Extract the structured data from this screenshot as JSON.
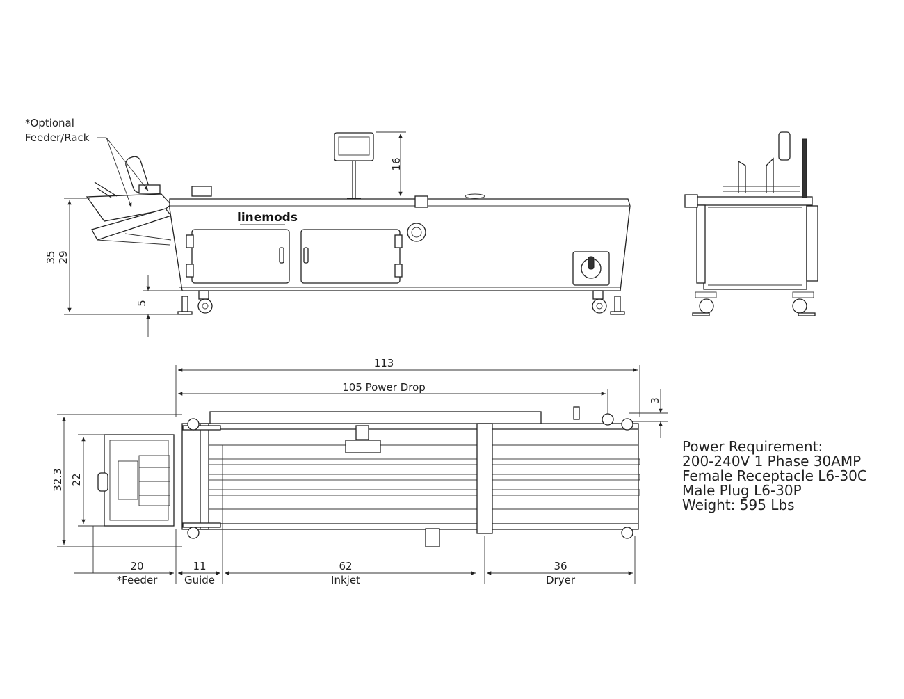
{
  "callout": {
    "line1": "*Optional",
    "line2": "Feeder/Rack"
  },
  "side_view": {
    "brand": "linemods",
    "dims": {
      "height_total": "35",
      "height_body": "29",
      "clearance": "5",
      "monitor": "16"
    }
  },
  "top_view": {
    "dims": {
      "overall_length": "113",
      "power_drop": "105 Power Drop",
      "offset": "3",
      "width_total": "32.3",
      "width_feeder": "22"
    },
    "sections": [
      {
        "value": "20",
        "label": "*Feeder"
      },
      {
        "value": "11",
        "label": "Guide"
      },
      {
        "value": "62",
        "label": "Inkjet"
      },
      {
        "value": "36",
        "label": "Dryer"
      }
    ]
  },
  "specs": [
    "Power Requirement:",
    "200-240V 1 Phase 30AMP",
    "Female Receptacle L6-30C",
    "Male Plug L6-30P",
    "Weight: 595 Lbs"
  ]
}
